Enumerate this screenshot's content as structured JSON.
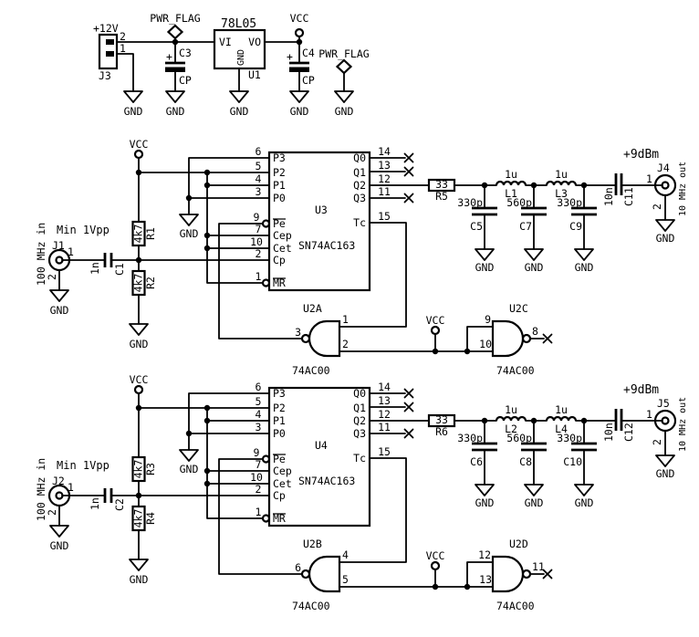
{
  "power": {
    "input_label": "+12V",
    "connector": {
      "ref": "J3",
      "pin_top": "2",
      "pin_bottom": "1"
    },
    "pwr_flag_left": "PWR_FLAG",
    "pwr_flag_right": "PWR_FLAG",
    "regulator": {
      "value": "78L05",
      "ref": "U1",
      "pin_in": "VI",
      "pin_out": "VO",
      "pin_gnd": "GND"
    },
    "cap_left": {
      "plus": "+",
      "ref": "C3",
      "value": "CP"
    },
    "cap_right": {
      "plus": "+",
      "ref": "C4",
      "value": "CP"
    },
    "vcc_label": "VCC",
    "gnd_labels": [
      "GND",
      "GND",
      "GND",
      "GND",
      "GND"
    ]
  },
  "channels": [
    {
      "vcc_label": "VCC",
      "input": {
        "note": "Min 1Vpp",
        "ref": "J1",
        "signal": "100 MHz in",
        "pin1": "1",
        "pin2": "2",
        "gnd": "GND"
      },
      "coupling_cap": {
        "value": "1n",
        "ref": "C1"
      },
      "pullup": {
        "value": "4k7",
        "ref": "R1"
      },
      "pulldown": {
        "value": "4k7",
        "ref": "R2",
        "gnd": "GND"
      },
      "preset_gnd": "GND",
      "counter": {
        "ref": "U3",
        "part": "SN74AC163",
        "left_pins": [
          {
            "num": "6",
            "name": "P3"
          },
          {
            "num": "5",
            "name": "P2"
          },
          {
            "num": "4",
            "name": "P1"
          },
          {
            "num": "3",
            "name": "P0"
          },
          {
            "num": "9",
            "name": "Pe"
          },
          {
            "num": "7",
            "name": "Cep"
          },
          {
            "num": "10",
            "name": "Cet"
          },
          {
            "num": "2",
            "name": "Cp"
          },
          {
            "num": "1",
            "name": "MR"
          }
        ],
        "right_pins": [
          {
            "num": "14",
            "name": "Q0"
          },
          {
            "num": "13",
            "name": "Q1"
          },
          {
            "num": "12",
            "name": "Q2"
          },
          {
            "num": "11",
            "name": "Q3"
          },
          {
            "num": "15",
            "name": "Tc"
          }
        ]
      },
      "series_r": {
        "value": "33",
        "ref": "R5"
      },
      "filter_caps": [
        {
          "value": "330p",
          "ref": "C5",
          "gnd": "GND"
        },
        {
          "value": "560p",
          "ref": "C7",
          "gnd": "GND"
        },
        {
          "value": "330p",
          "ref": "C9",
          "gnd": "GND"
        }
      ],
      "inductors": [
        {
          "value": "1u",
          "ref": "L1"
        },
        {
          "value": "1u",
          "ref": "L3"
        }
      ],
      "output_cap": {
        "value": "10n",
        "ref": "C11"
      },
      "output": {
        "level": "+9dBm",
        "ref": "J4",
        "signal": "10 MHz out",
        "pin1": "1",
        "pin2": "2",
        "gnd": "GND"
      },
      "gate_vcc_label": "VCC",
      "gate_a": {
        "ref": "U2A",
        "part": "74AC00",
        "out": "3",
        "in1": "1",
        "in2": "2"
      },
      "gate_b": {
        "ref": "U2C",
        "part": "74AC00",
        "in1": "9",
        "in2": "10",
        "out": "8"
      }
    },
    {
      "vcc_label": "VCC",
      "input": {
        "note": "Min 1Vpp",
        "ref": "J2",
        "signal": "100 MHz in",
        "pin1": "1",
        "pin2": "2",
        "gnd": "GND"
      },
      "coupling_cap": {
        "value": "1n",
        "ref": "C2"
      },
      "pullup": {
        "value": "4k7",
        "ref": "R3"
      },
      "pulldown": {
        "value": "4k7",
        "ref": "R4",
        "gnd": "GND"
      },
      "preset_gnd": "GND",
      "counter": {
        "ref": "U4",
        "part": "SN74AC163",
        "left_pins": [
          {
            "num": "6",
            "name": "P3"
          },
          {
            "num": "5",
            "name": "P2"
          },
          {
            "num": "4",
            "name": "P1"
          },
          {
            "num": "3",
            "name": "P0"
          },
          {
            "num": "9",
            "name": "Pe"
          },
          {
            "num": "7",
            "name": "Cep"
          },
          {
            "num": "10",
            "name": "Cet"
          },
          {
            "num": "2",
            "name": "Cp"
          },
          {
            "num": "1",
            "name": "MR"
          }
        ],
        "right_pins": [
          {
            "num": "14",
            "name": "Q0"
          },
          {
            "num": "13",
            "name": "Q1"
          },
          {
            "num": "12",
            "name": "Q2"
          },
          {
            "num": "11",
            "name": "Q3"
          },
          {
            "num": "15",
            "name": "Tc"
          }
        ]
      },
      "series_r": {
        "value": "33",
        "ref": "R6"
      },
      "filter_caps": [
        {
          "value": "330p",
          "ref": "C6",
          "gnd": "GND"
        },
        {
          "value": "560p",
          "ref": "C8",
          "gnd": "GND"
        },
        {
          "value": "330p",
          "ref": "C10",
          "gnd": "GND"
        }
      ],
      "inductors": [
        {
          "value": "1u",
          "ref": "L2"
        },
        {
          "value": "1u",
          "ref": "L4"
        }
      ],
      "output_cap": {
        "value": "10n",
        "ref": "C12"
      },
      "output": {
        "level": "+9dBm",
        "ref": "J5",
        "signal": "10 MHz out",
        "pin1": "1",
        "pin2": "2",
        "gnd": "GND"
      },
      "gate_vcc_label": "VCC",
      "gate_a": {
        "ref": "U2B",
        "part": "74AC00",
        "out": "6",
        "in1": "4",
        "in2": "5"
      },
      "gate_b": {
        "ref": "U2D",
        "part": "74AC00",
        "in1": "12",
        "in2": "13",
        "out": "11"
      }
    }
  ]
}
